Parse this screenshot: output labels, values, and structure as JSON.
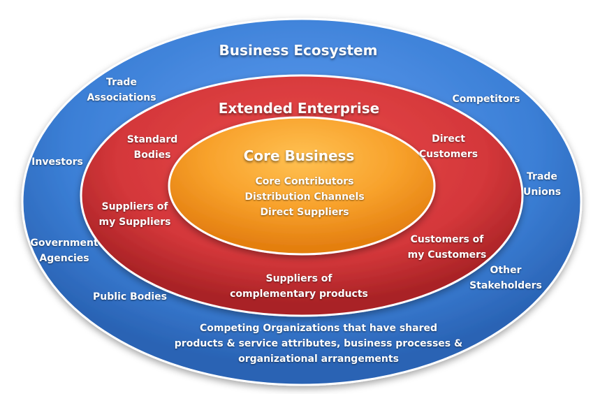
{
  "ecosystem": {
    "title": "Business Ecosystem",
    "color": "#3d7fd6",
    "labels": {
      "trade_associations": "Trade\nAssociations",
      "competitors": "Competitors",
      "investors": "Investors",
      "trade_unions": "Trade\nUnions",
      "government_agencies": "Government\nAgencies",
      "other_stakeholders": "Other\nStakeholders",
      "public_bodies": "Public Bodies",
      "competing_organizations": "Competing Organizations that have shared\nproducts & service attributes, business processes &\norganizational arrangements"
    }
  },
  "extended": {
    "title": "Extended Enterprise",
    "color": "#d4373a",
    "labels": {
      "standard_bodies": "Standard\nBodies",
      "direct_customers": "Direct\nCustomers",
      "suppliers_of_suppliers": "Suppliers of\nmy Suppliers",
      "customers_of_customers": "Customers of\nmy Customers",
      "suppliers_complementary": "Suppliers of\ncomplementary products"
    }
  },
  "core": {
    "title": "Core Business",
    "color": "#f59a25",
    "items": "Core Contributors\nDistribution Channels\nDirect Suppliers"
  }
}
